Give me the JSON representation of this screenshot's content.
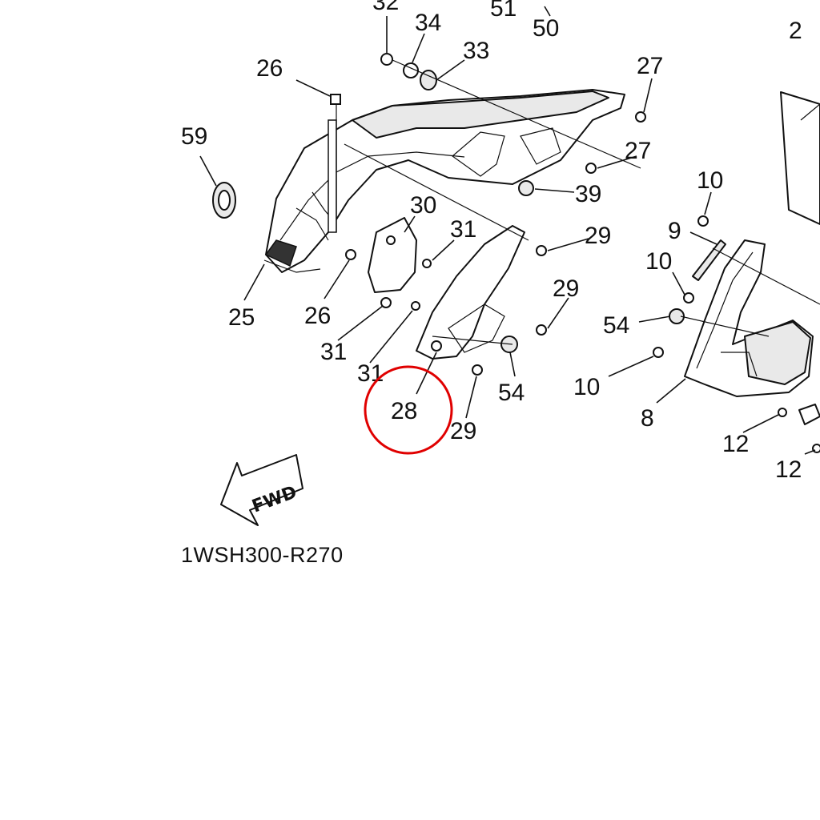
{
  "diagram": {
    "callouts": {
      "c32": "32",
      "c34": "34",
      "c51": "51",
      "c50": "50",
      "c33": "33",
      "c2": "2",
      "c26a": "26",
      "c27a": "27",
      "c59": "59",
      "c27b": "27",
      "c39": "39",
      "c10a": "10",
      "c30": "30",
      "c31a": "31",
      "c29a": "29",
      "c9": "9",
      "c10b": "10",
      "c25": "25",
      "c26b": "26",
      "c29b": "29",
      "c54a": "54",
      "c31b": "31",
      "c31c": "31",
      "c10c": "10",
      "c54b": "54",
      "c8": "8",
      "c28": "28",
      "c29c": "29",
      "c12a": "12",
      "c12b": "12"
    },
    "fwd_label": "FWD",
    "diagram_code": "1WSH300-R270",
    "highlighted_part": "28",
    "highlight_color": "#e00000"
  }
}
